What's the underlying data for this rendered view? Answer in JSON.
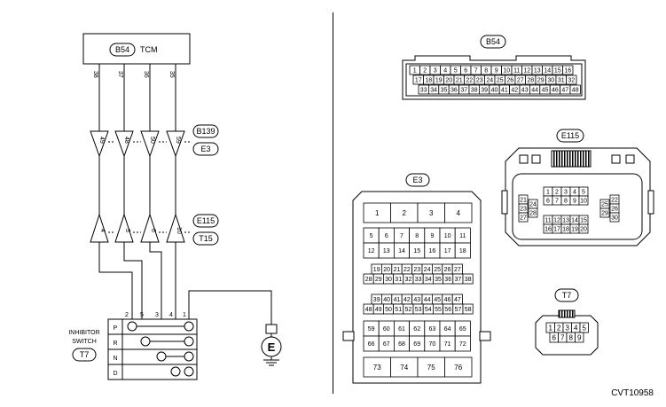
{
  "figure_code": "CVT10958",
  "tcm": {
    "connector": "B54",
    "name": "TCM",
    "pins": [
      "38",
      "37",
      "36",
      "35"
    ]
  },
  "upper_joint": {
    "connectors": [
      "B139",
      "E3"
    ],
    "pins": [
      "49",
      "48",
      "50",
      "59"
    ]
  },
  "lower_joint": {
    "connectors": [
      "E115",
      "T15"
    ],
    "pins": [
      "4",
      "5",
      "6",
      "10"
    ]
  },
  "inhibitor": {
    "label_lines": [
      "INHIBITOR",
      "SWITCH"
    ],
    "connector": "T7",
    "columns": [
      "2",
      "5",
      "3",
      "4",
      "1"
    ],
    "rows": [
      "P",
      "R",
      "N",
      "D"
    ]
  },
  "ground_label": "E",
  "b54_connector": {
    "label": "B54",
    "row1": [
      "1",
      "2",
      "3",
      "4",
      "5",
      "6",
      "7",
      "8",
      "9",
      "10",
      "11",
      "12",
      "13",
      "14",
      "15",
      "16"
    ],
    "row2": [
      "17",
      "18",
      "19",
      "20",
      "21",
      "22",
      "23",
      "24",
      "25",
      "26",
      "27",
      "28",
      "29",
      "30",
      "31",
      "32"
    ],
    "row3": [
      "33",
      "34",
      "35",
      "36",
      "37",
      "38",
      "39",
      "40",
      "41",
      "42",
      "43",
      "44",
      "45",
      "46",
      "47",
      "48"
    ]
  },
  "e115_connector": {
    "label": "E115",
    "block_top": [
      "1",
      "2",
      "3",
      "4",
      "5",
      "6",
      "7",
      "8",
      "9",
      "10"
    ],
    "block_bottom": [
      "11",
      "12",
      "13",
      "14",
      "15",
      "16",
      "17",
      "18",
      "19",
      "20"
    ],
    "left_column": [
      "21",
      "23",
      "27"
    ],
    "left_mid": [
      "24",
      "28"
    ],
    "right_column": [
      "22",
      "26",
      "30"
    ],
    "right_mid": [
      "25",
      "29"
    ]
  },
  "e3_connector": {
    "label": "E3",
    "top_row": [
      "1",
      "2",
      "3",
      "4"
    ],
    "block_a": [
      "5",
      "6",
      "7",
      "8",
      "9",
      "10",
      "11",
      "12",
      "13",
      "14",
      "15",
      "16",
      "17",
      "18"
    ],
    "block_b": [
      "19",
      "20",
      "21",
      "22",
      "23",
      "24",
      "25",
      "26",
      "27",
      "28",
      "29",
      "30",
      "31",
      "32",
      "33",
      "34",
      "35",
      "36",
      "37",
      "38"
    ],
    "block_c": [
      "39",
      "40",
      "41",
      "42",
      "43",
      "44",
      "45",
      "46",
      "47",
      "48",
      "49",
      "50",
      "51",
      "52",
      "53",
      "54",
      "55",
      "56",
      "57",
      "58"
    ],
    "block_d": [
      "59",
      "60",
      "61",
      "62",
      "63",
      "64",
      "65",
      "66",
      "67",
      "68",
      "69",
      "70",
      "71",
      "72"
    ],
    "bottom_row": [
      "73",
      "74",
      "75",
      "76"
    ]
  },
  "t7_connector": {
    "label": "T7",
    "row1": [
      "1",
      "2",
      "3",
      "4",
      "5"
    ],
    "row2": [
      "6",
      "7",
      "8",
      "9"
    ]
  }
}
